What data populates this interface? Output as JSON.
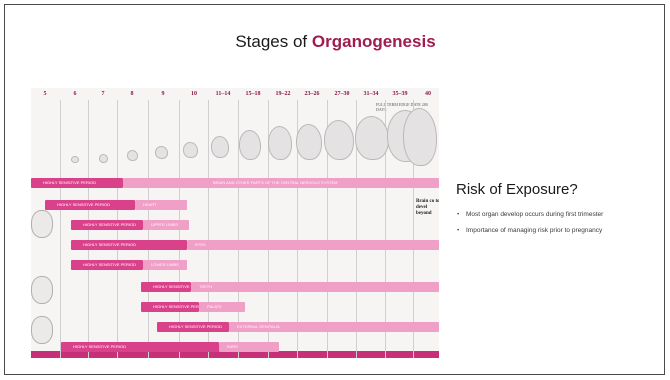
{
  "slide": {
    "title_prefix": "Stages of ",
    "title_accent": "Organogenesis"
  },
  "chart": {
    "week_labels": [
      "5",
      "6",
      "7",
      "8",
      "9",
      "10",
      "11–14",
      "15–18",
      "19–22",
      "23–26",
      "27–30",
      "31–34",
      "35–39",
      "40"
    ],
    "full_term_note": "FULL TERM EDGE DATE 280 DAYS",
    "brain_note": "Brain co to devel beyond",
    "periods": [
      {
        "dark": "HIGHLY SENSITIVE PERIOD",
        "light": "BRAIN AND OTHER PARTS OF THE CENTRAL NERVOUS SYSTEM"
      },
      {
        "dark": "HIGHLY SENSITIVE PERIOD",
        "light": "HEART"
      },
      {
        "dark": "HIGHLY SENSITIVE PERIOD",
        "light": "UPPER LIMBS"
      },
      {
        "dark": "HIGHLY SENSITIVE PERIOD",
        "light": "EYES"
      },
      {
        "dark": "HIGHLY SENSITIVE PERIOD",
        "light": "LOWER LIMBS"
      },
      {
        "dark": "HIGHLY SENSITIVE PERIOD",
        "light": "TEETH"
      },
      {
        "dark": "HIGHLY SENSITIVE PERIOD",
        "light": "PALATE"
      },
      {
        "dark": "HIGHLY SENSITIVE PERIOD",
        "light": "EXTERNAL GENITALIA"
      },
      {
        "dark": "HIGHLY SENSITIVE PERIOD",
        "light": "EARS"
      }
    ]
  },
  "panel": {
    "heading": "Risk of Exposure?",
    "bullets": [
      "Most organ develop occurs during first trimester",
      "Importance of managing risk prior to pregnancy"
    ]
  }
}
